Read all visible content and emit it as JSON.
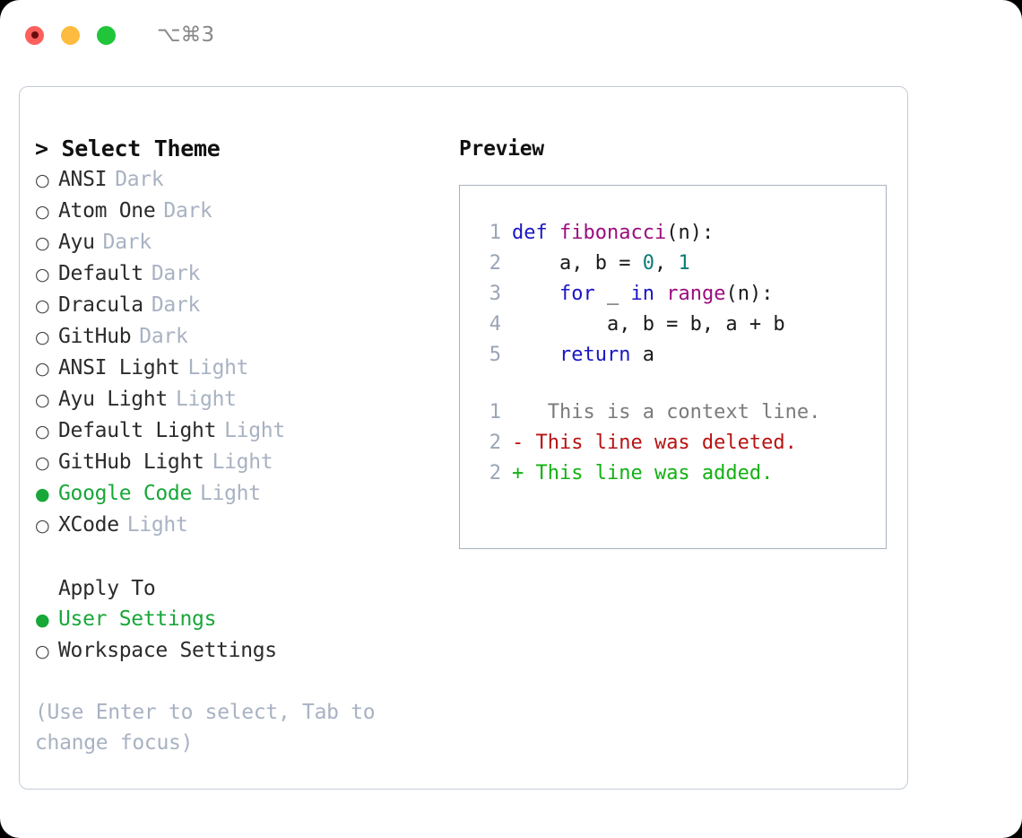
{
  "titlebar": {
    "shortcut": "⌥⌘3",
    "buttons": [
      "close",
      "minimize",
      "maximize"
    ]
  },
  "theme_picker": {
    "heading": "> Select Theme",
    "items": [
      {
        "marker": "○",
        "name": "ANSI",
        "variant": "Dark",
        "selected": false
      },
      {
        "marker": "○",
        "name": "Atom One",
        "variant": "Dark",
        "selected": false
      },
      {
        "marker": "○",
        "name": "Ayu",
        "variant": "Dark",
        "selected": false
      },
      {
        "marker": "○",
        "name": "Default",
        "variant": "Dark",
        "selected": false
      },
      {
        "marker": "○",
        "name": "Dracula",
        "variant": "Dark",
        "selected": false
      },
      {
        "marker": "○",
        "name": "GitHub",
        "variant": "Dark",
        "selected": false
      },
      {
        "marker": "○",
        "name": "ANSI Light",
        "variant": "Light",
        "selected": false
      },
      {
        "marker": "○",
        "name": "Ayu Light",
        "variant": "Light",
        "selected": false
      },
      {
        "marker": "○",
        "name": "Default Light",
        "variant": "Light",
        "selected": false
      },
      {
        "marker": "○",
        "name": "GitHub Light",
        "variant": "Light",
        "selected": false
      },
      {
        "marker": "●",
        "name": "Google Code",
        "variant": "Light",
        "selected": true
      },
      {
        "marker": "○",
        "name": "XCode",
        "variant": "Light",
        "selected": false
      }
    ]
  },
  "apply_to": {
    "heading": "Apply To",
    "options": [
      {
        "marker": "●",
        "label": "User Settings",
        "selected": true
      },
      {
        "marker": "○",
        "label": "Workspace Settings",
        "selected": false
      }
    ]
  },
  "hint": "(Use Enter to select, Tab to change focus)",
  "preview": {
    "title": "Preview",
    "code_lines": [
      {
        "no": "1",
        "tokens": [
          {
            "t": "def",
            "c": "kw"
          },
          {
            "t": " ",
            "c": "pl"
          },
          {
            "t": "fibonacci",
            "c": "fn"
          },
          {
            "t": "(n):",
            "c": "pl"
          }
        ]
      },
      {
        "no": "2",
        "tokens": [
          {
            "t": "    a, b = ",
            "c": "pl"
          },
          {
            "t": "0",
            "c": "num"
          },
          {
            "t": ", ",
            "c": "pl"
          },
          {
            "t": "1",
            "c": "num"
          }
        ]
      },
      {
        "no": "3",
        "tokens": [
          {
            "t": "    ",
            "c": "pl"
          },
          {
            "t": "for",
            "c": "kw"
          },
          {
            "t": " _ ",
            "c": "pl"
          },
          {
            "t": "in",
            "c": "kw"
          },
          {
            "t": " ",
            "c": "pl"
          },
          {
            "t": "range",
            "c": "fn"
          },
          {
            "t": "(n):",
            "c": "pl"
          }
        ]
      },
      {
        "no": "4",
        "tokens": [
          {
            "t": "        a, b = b, a + b",
            "c": "pl"
          }
        ]
      },
      {
        "no": "5",
        "tokens": [
          {
            "t": "    ",
            "c": "pl"
          },
          {
            "t": "return",
            "c": "kw"
          },
          {
            "t": " a",
            "c": "pl"
          }
        ]
      }
    ],
    "diff_lines": [
      {
        "no": "1",
        "sign": " ",
        "text": "  This is a context line.",
        "kind": "ctx"
      },
      {
        "no": "2",
        "sign": "-",
        "text": " This line was deleted.",
        "kind": "del"
      },
      {
        "no": "2",
        "sign": "+",
        "text": " This line was added.",
        "kind": "add"
      }
    ]
  },
  "colors": {
    "accent_green": "#18a739",
    "muted": "#a8b2c2",
    "keyword": "#1a16c4",
    "function": "#9b0d7e",
    "number": "#0b7c77",
    "diff_delete": "#b81212",
    "diff_add": "#12b112",
    "border": "#c3cbd8"
  }
}
